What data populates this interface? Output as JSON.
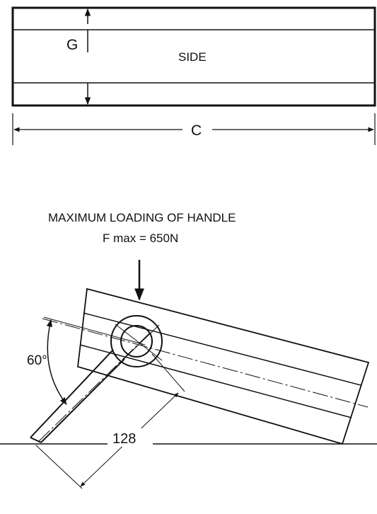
{
  "top_view": {
    "dimension_g": "G",
    "side_label": "SIDE",
    "dimension_c": "C"
  },
  "handle_view": {
    "load_title": "MAXIMUM LOADING OF HANDLE",
    "load_value": "F max = 650N",
    "angle_label": "60°",
    "length_label": "128"
  }
}
